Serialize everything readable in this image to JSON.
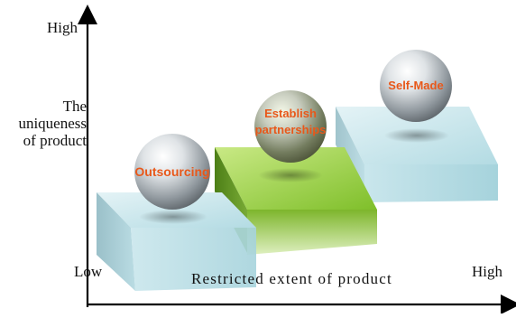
{
  "axes": {
    "y_high": "High",
    "y_title_lines": [
      "The",
      "uniqueness",
      "of product"
    ],
    "x_low": "Low",
    "x_title": "Restricted extent of product",
    "x_high": "High"
  },
  "steps": [
    {
      "label_lines": [
        "Outsourcing"
      ],
      "platform_color": "#bfe3ea"
    },
    {
      "label_lines": [
        "Establish",
        "partnerships"
      ],
      "platform_color": "#8ac43a"
    },
    {
      "label_lines": [
        "Self-Made"
      ],
      "platform_color": "#c6e6ec"
    }
  ],
  "colors": {
    "label_text": "#e8581a",
    "axis": "#000000"
  }
}
